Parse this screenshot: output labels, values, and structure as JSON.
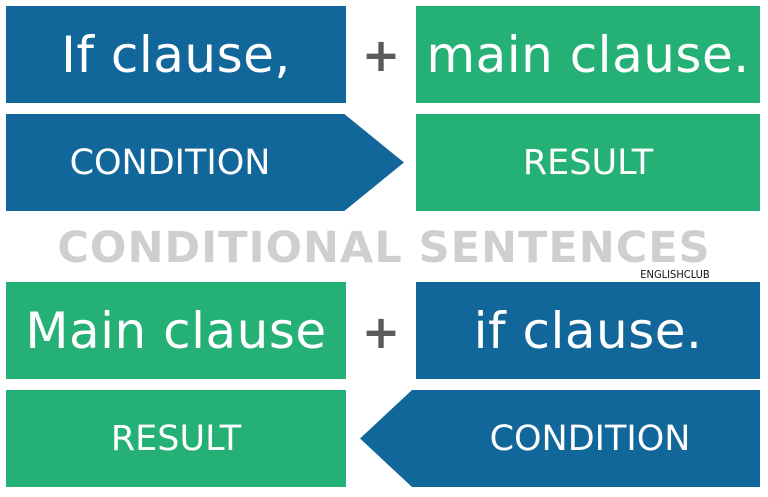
{
  "top": {
    "if_clause": "If clause,",
    "plus": "+",
    "main_clause": "main clause.",
    "condition": "CONDITION",
    "result": "RESULT"
  },
  "title": "CONDITIONAL SENTENCES",
  "brand": "ENGLISHCLUB",
  "bottom": {
    "main_clause": "Main clause",
    "plus": "+",
    "if_clause": "if clause.",
    "result": "RESULT",
    "condition": "CONDITION"
  },
  "colors": {
    "blue": "#11679a",
    "green": "#25b176",
    "title_gray": "#cfcfcf",
    "plus_gray": "#5b5b5b"
  }
}
